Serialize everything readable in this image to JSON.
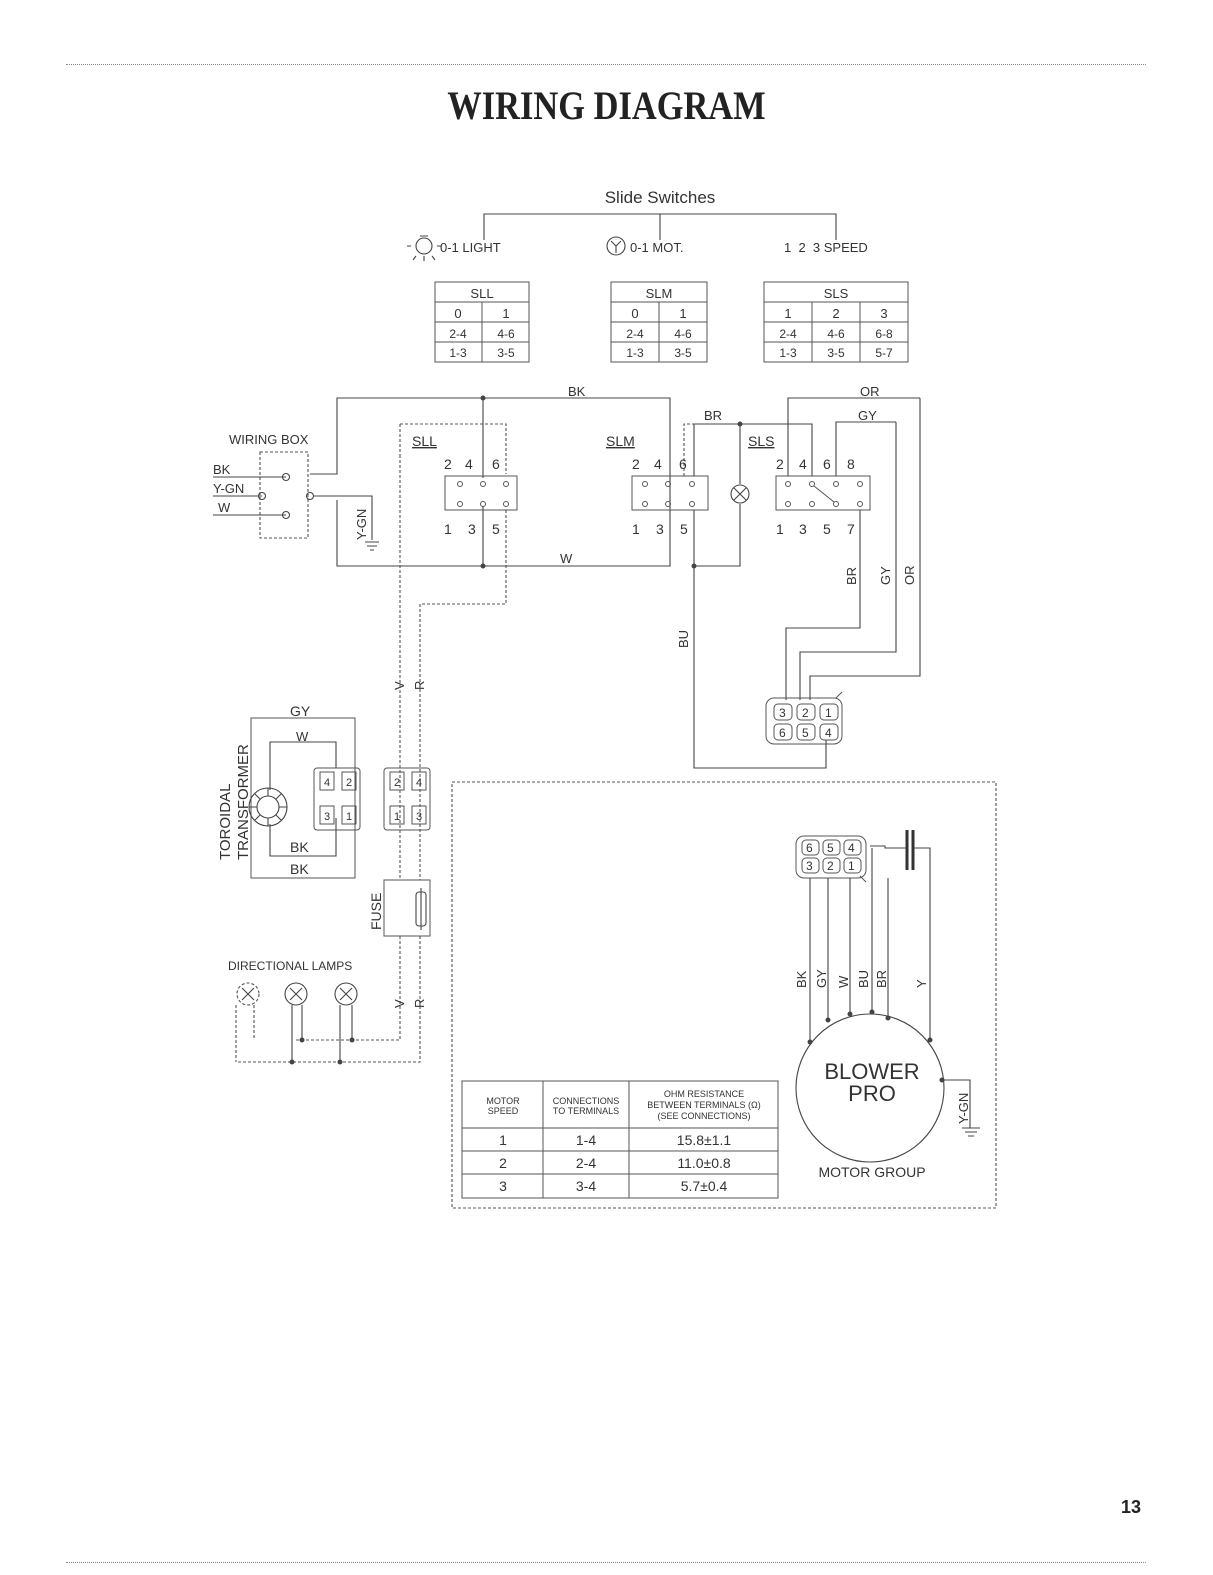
{
  "page": {
    "title": "WIRING DIAGRAM",
    "number": "13"
  },
  "slide_switches": {
    "heading": "Slide Switches",
    "light_label": "0-1 LIGHT",
    "motor_label": "0-1 MOT.",
    "speed_label": "1  2  3 SPEED",
    "tables": {
      "sll": {
        "name": "SLL",
        "positions": [
          "0",
          "1"
        ],
        "row1": [
          "2-4",
          "4-6"
        ],
        "row2": [
          "1-3",
          "3-5"
        ]
      },
      "slm": {
        "name": "SLM",
        "positions": [
          "0",
          "1"
        ],
        "row1": [
          "2-4",
          "4-6"
        ],
        "row2": [
          "1-3",
          "3-5"
        ]
      },
      "sls": {
        "name": "SLS",
        "positions": [
          "1",
          "2",
          "3"
        ],
        "row1": [
          "2-4",
          "4-6",
          "6-8"
        ],
        "row2": [
          "1-3",
          "3-5",
          "5-7"
        ]
      }
    }
  },
  "wire_labels": {
    "bk": "BK",
    "w": "W",
    "or": "OR",
    "gy": "GY",
    "br": "BR",
    "bu": "BU",
    "v": "V",
    "r": "R",
    "ygn": "Y-GN",
    "y": "Y"
  },
  "wiring_box": {
    "label": "WIRING BOX",
    "bk": "BK",
    "ygn": "Y-GN",
    "w": "W"
  },
  "switches": {
    "sll": {
      "label": "SLL",
      "top": [
        "2",
        "4",
        "6"
      ],
      "bottom": [
        "1",
        "3",
        "5"
      ]
    },
    "slm": {
      "label": "SLM",
      "top": [
        "2",
        "4",
        "6"
      ],
      "bottom": [
        "1",
        "3",
        "5"
      ]
    },
    "sls": {
      "label": "SLS",
      "top": [
        "2",
        "4",
        "6",
        "8"
      ],
      "bottom": [
        "1",
        "3",
        "5",
        "7"
      ]
    }
  },
  "connector": {
    "top": [
      "3",
      "2",
      "1"
    ],
    "bottom": [
      "6",
      "5",
      "4"
    ]
  },
  "motor_connector": {
    "top": [
      "6",
      "5",
      "4"
    ],
    "bottom": [
      "3",
      "2",
      "1"
    ]
  },
  "transformer": {
    "label_line1": "TOROIDAL",
    "label_line2": "TRANSFORMER",
    "gy": "GY",
    "w": "W",
    "bk_inner": "BK",
    "bk_outer": "BK",
    "pins_left": [
      "4",
      "2",
      "3",
      "1"
    ],
    "pins_right": [
      "2",
      "4",
      "1",
      "3"
    ]
  },
  "fuse_label": "FUSE",
  "lamps_label": "DIRECTIONAL LAMPS",
  "motor_group": {
    "blower_line1": "BLOWER",
    "blower_line2": "PRO",
    "group_label": "MOTOR GROUP",
    "lead_labels": [
      "BK",
      "GY",
      "W",
      "BU",
      "BR",
      "Y"
    ],
    "ground_label": "Y-GN"
  },
  "resistance_table": {
    "headers": [
      [
        "MOTOR",
        "SPEED"
      ],
      [
        "CONNECTIONS",
        "TO TERMINALS"
      ],
      [
        "OHM RESISTANCE",
        "BETWEEN TERMINALS (Ω)",
        "(SEE CONNECTIONS)"
      ]
    ],
    "rows": [
      [
        "1",
        "1-4",
        "15.8±1.1"
      ],
      [
        "2",
        "2-4",
        "11.0±0.8"
      ],
      [
        "3",
        "3-4",
        "5.7±0.4"
      ]
    ]
  }
}
